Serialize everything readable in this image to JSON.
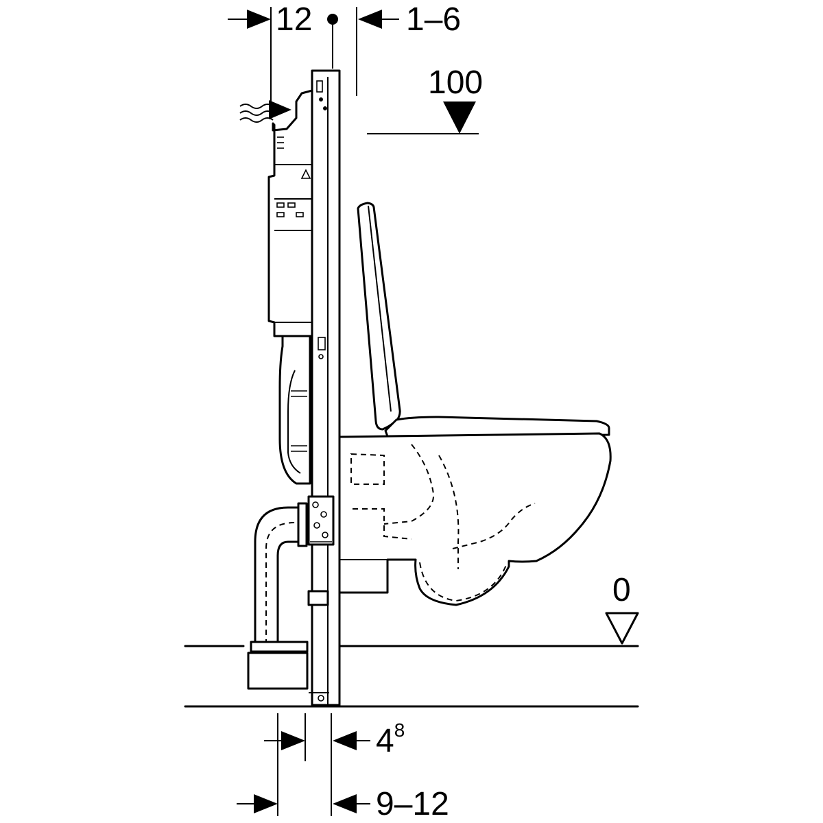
{
  "dimensions": {
    "frame_to_wall_top": "12",
    "adjust_top": "1–6",
    "flush_height": "100",
    "floor_level": "0",
    "bottom_a_base": "4",
    "bottom_a_sup": "8",
    "bottom_b": "9–12"
  },
  "icons": {
    "water_supply": "water-wave-arrow-icon",
    "reference_point": "axis-dot-icon",
    "level_marker": "level-triangle-icon"
  },
  "colors": {
    "line": "#000000",
    "background": "#ffffff"
  }
}
